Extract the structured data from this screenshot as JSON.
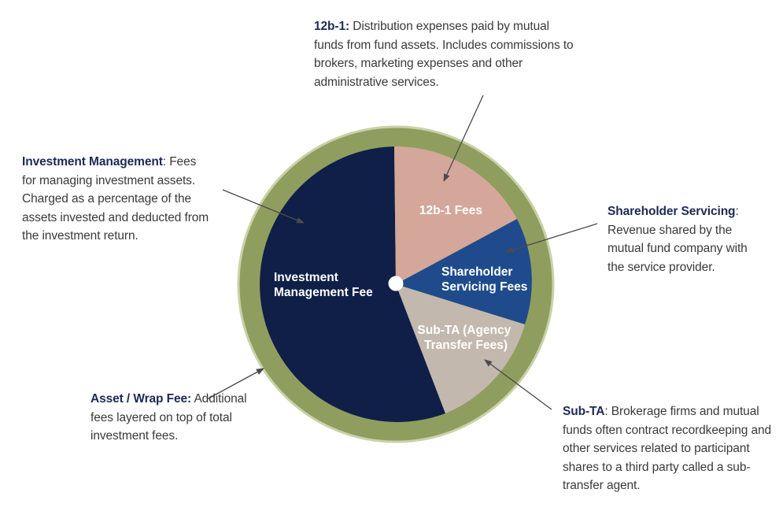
{
  "colors": {
    "ring": "#8f9e5e",
    "ring_stroke": "#c9d1a8",
    "investment": "#0f1f48",
    "fees_12b1": "#d4a79a",
    "shareholder": "#1f4b8c",
    "subta": "#c3b8ad",
    "heading_text": "#1c2a55",
    "body_text": "#3a3a3a"
  },
  "slices": [
    {
      "key": "investment",
      "lines": [
        "Investment",
        "Management Fee"
      ],
      "text_color": "#ffffff"
    },
    {
      "key": "fees_12b1",
      "lines": [
        "12b-1 Fees"
      ],
      "text_color": "#ffffff"
    },
    {
      "key": "shareholder",
      "lines": [
        "Shareholder",
        "Servicing Fees"
      ],
      "text_color": "#ffffff"
    },
    {
      "key": "subta",
      "lines": [
        "Sub-TA (Agency",
        "Transfer Fees)"
      ],
      "text_color": "#ffffff"
    }
  ],
  "notes": {
    "n12b1": {
      "title": "12b-1:",
      "body": " Distribution expenses paid by mutual funds from fund assets. Includes commissions to brokers, marketing expenses and other administrative services."
    },
    "investment": {
      "title": "Investment Management",
      "body": ": Fees for managing investment assets. Charged as a percentage of the assets invested and deducted from the investment return."
    },
    "shareholder": {
      "title": "Shareholder Servicing",
      "body": ": Revenue shared by the mutual fund company with the service provider."
    },
    "wrap": {
      "title": "Asset / Wrap Fee:",
      "body": " Additional fees layered on top of total investment fees."
    },
    "subta": {
      "title": "Sub-TA",
      "body": ": Brokerage firms and mutual funds often contract recordkeeping and other services related to participant shares to a third party called a sub-transfer agent."
    }
  }
}
